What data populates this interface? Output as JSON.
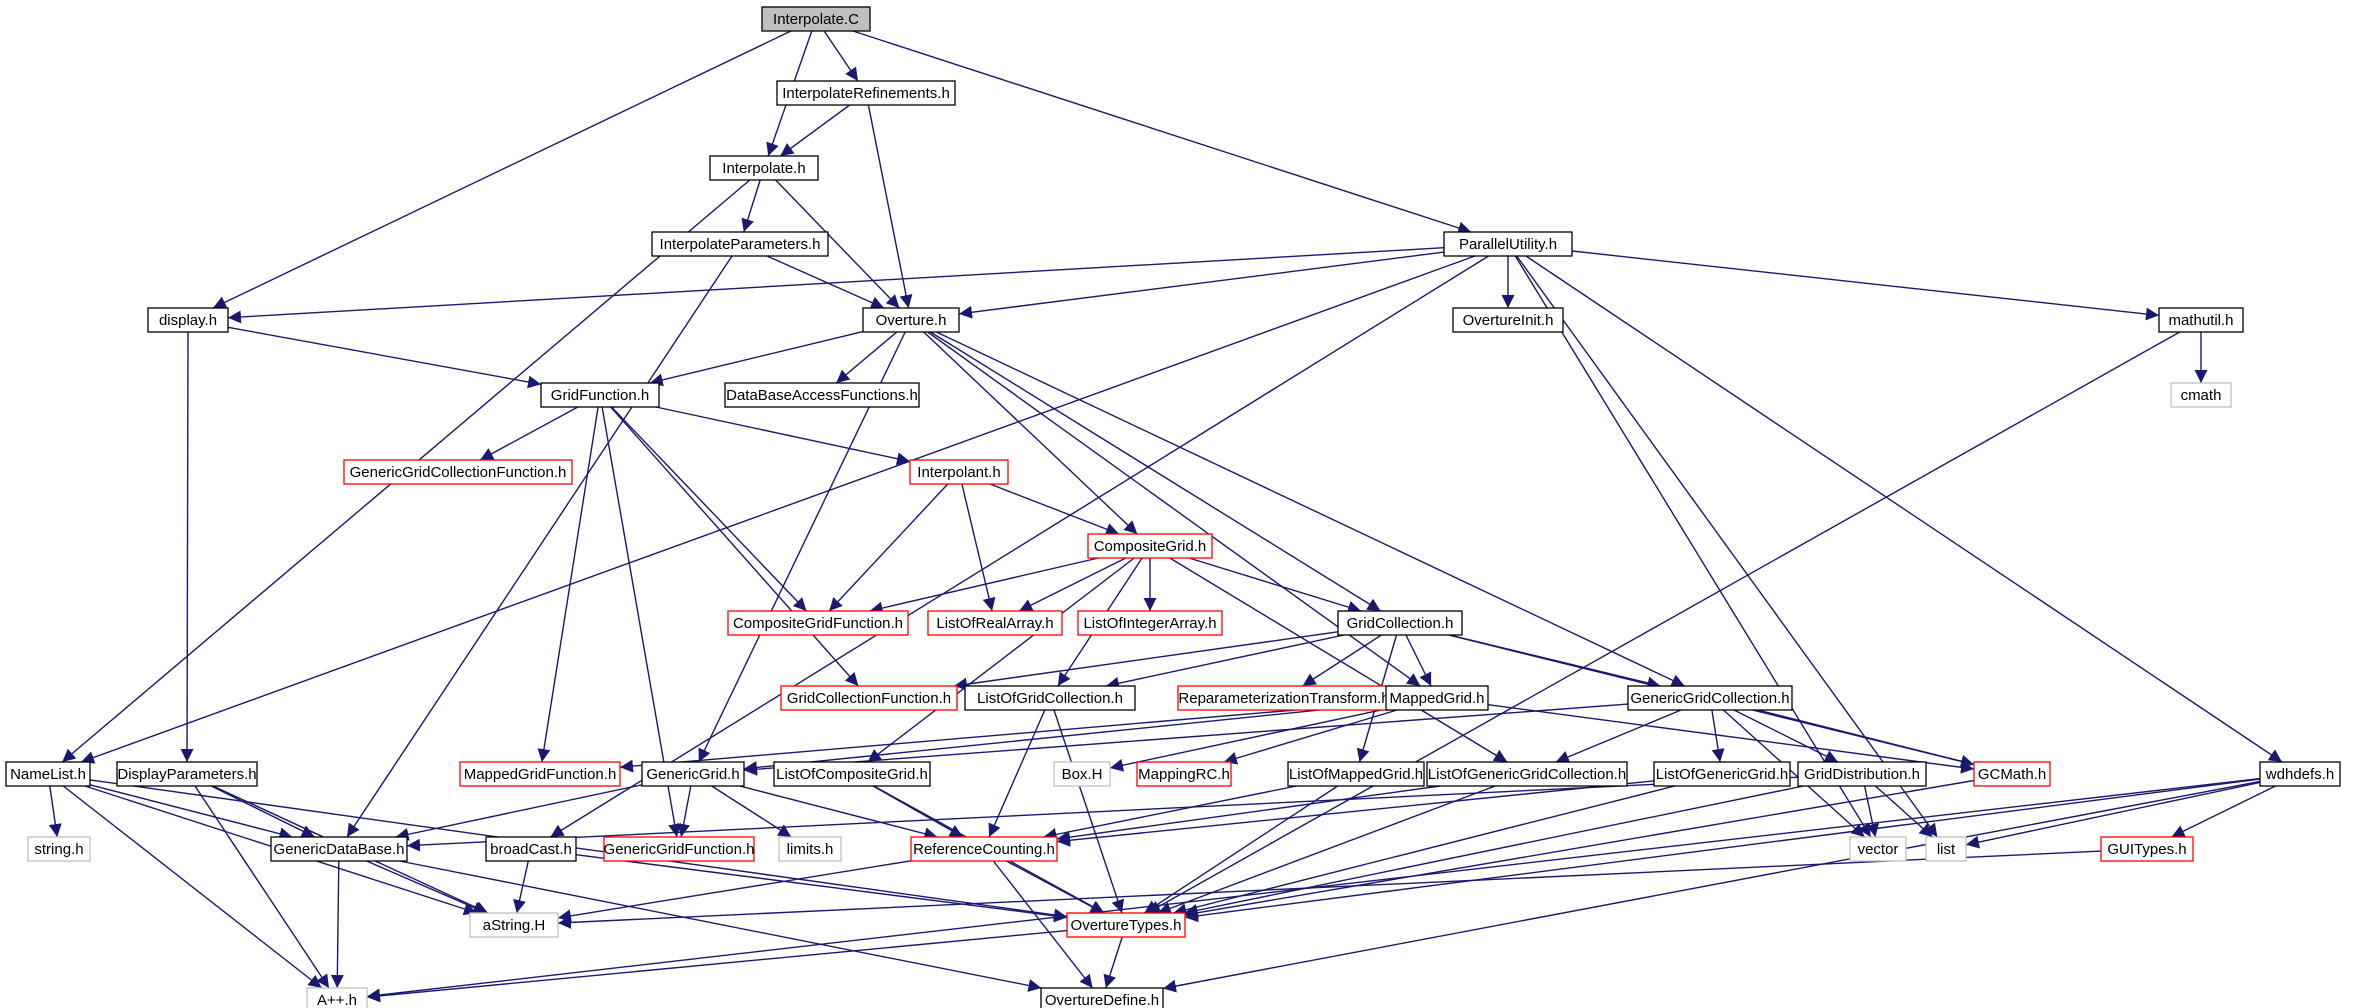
{
  "colors": {
    "edge": "#191970",
    "box_normal": "#000000",
    "box_truncated": "#ff0000",
    "box_external": "#bfbfbf",
    "root_fill": "#bfbfbf"
  },
  "nodes": [
    {
      "id": "interpolate_c",
      "label": "Interpolate.C",
      "style": "root"
    },
    {
      "id": "interpolate_refinements_h",
      "label": "InterpolateRefinements.h",
      "style": "normal"
    },
    {
      "id": "interpolate_h",
      "label": "Interpolate.h",
      "style": "normal"
    },
    {
      "id": "interpolate_parameters_h",
      "label": "InterpolateParameters.h",
      "style": "normal"
    },
    {
      "id": "parallel_utility_h",
      "label": "ParallelUtility.h",
      "style": "normal"
    },
    {
      "id": "display_h",
      "label": "display.h",
      "style": "normal"
    },
    {
      "id": "overture_h",
      "label": "Overture.h",
      "style": "normal"
    },
    {
      "id": "overture_init_h",
      "label": "OvertureInit.h",
      "style": "normal"
    },
    {
      "id": "mathutil_h",
      "label": "mathutil.h",
      "style": "normal"
    },
    {
      "id": "cmath",
      "label": "cmath",
      "style": "external"
    },
    {
      "id": "grid_function_h",
      "label": "GridFunction.h",
      "style": "normal"
    },
    {
      "id": "database_access_functions_h",
      "label": "DataBaseAccessFunctions.h",
      "style": "normal"
    },
    {
      "id": "generic_grid_collection_function_h",
      "label": "GenericGridCollectionFunction.h",
      "style": "truncated"
    },
    {
      "id": "interpolant_h",
      "label": "Interpolant.h",
      "style": "truncated"
    },
    {
      "id": "composite_grid_h",
      "label": "CompositeGrid.h",
      "style": "truncated"
    },
    {
      "id": "composite_grid_function_h",
      "label": "CompositeGridFunction.h",
      "style": "truncated"
    },
    {
      "id": "list_of_real_array_h",
      "label": "ListOfRealArray.h",
      "style": "truncated"
    },
    {
      "id": "list_of_integer_array_h",
      "label": "ListOfIntegerArray.h",
      "style": "truncated"
    },
    {
      "id": "grid_collection_h",
      "label": "GridCollection.h",
      "style": "normal"
    },
    {
      "id": "grid_collection_function_h",
      "label": "GridCollectionFunction.h",
      "style": "truncated"
    },
    {
      "id": "list_of_grid_collection_h",
      "label": "ListOfGridCollection.h",
      "style": "normal"
    },
    {
      "id": "reparameterization_transform_h",
      "label": "ReparameterizationTransform.h",
      "style": "truncated"
    },
    {
      "id": "mapped_grid_h",
      "label": "MappedGrid.h",
      "style": "normal"
    },
    {
      "id": "generic_grid_collection_h",
      "label": "GenericGridCollection.h",
      "style": "normal"
    },
    {
      "id": "namelist_h",
      "label": "NameList.h",
      "style": "normal"
    },
    {
      "id": "display_parameters_h",
      "label": "DisplayParameters.h",
      "style": "normal"
    },
    {
      "id": "mapped_grid_function_h",
      "label": "MappedGridFunction.h",
      "style": "truncated"
    },
    {
      "id": "generic_grid_h",
      "label": "GenericGrid.h",
      "style": "normal"
    },
    {
      "id": "list_of_composite_grid_h",
      "label": "ListOfCompositeGrid.h",
      "style": "normal"
    },
    {
      "id": "box_h",
      "label": "Box.H",
      "style": "external"
    },
    {
      "id": "mapping_rc_h",
      "label": "MappingRC.h",
      "style": "truncated"
    },
    {
      "id": "list_of_mapped_grid_h",
      "label": "ListOfMappedGrid.h",
      "style": "normal"
    },
    {
      "id": "list_of_generic_grid_collection_h",
      "label": "ListOfGenericGridCollection.h",
      "style": "normal"
    },
    {
      "id": "list_of_generic_grid_h",
      "label": "ListOfGenericGrid.h",
      "style": "normal"
    },
    {
      "id": "grid_distribution_h",
      "label": "GridDistribution.h",
      "style": "normal"
    },
    {
      "id": "gc_math_h",
      "label": "GCMath.h",
      "style": "truncated"
    },
    {
      "id": "wdhdefs_h",
      "label": "wdhdefs.h",
      "style": "normal"
    },
    {
      "id": "string_h",
      "label": "string.h",
      "style": "external"
    },
    {
      "id": "generic_database_h",
      "label": "GenericDataBase.h",
      "style": "normal"
    },
    {
      "id": "broadcast_h",
      "label": "broadCast.h",
      "style": "normal"
    },
    {
      "id": "generic_grid_function_h",
      "label": "GenericGridFunction.h",
      "style": "truncated"
    },
    {
      "id": "limits_h",
      "label": "limits.h",
      "style": "external"
    },
    {
      "id": "reference_counting_h",
      "label": "ReferenceCounting.h",
      "style": "truncated"
    },
    {
      "id": "vector",
      "label": "vector",
      "style": "external"
    },
    {
      "id": "list",
      "label": "list",
      "style": "external"
    },
    {
      "id": "gui_types_h",
      "label": "GUITypes.h",
      "style": "truncated"
    },
    {
      "id": "astring_h",
      "label": "aString.H",
      "style": "external"
    },
    {
      "id": "overture_types_h",
      "label": "OvertureTypes.h",
      "style": "truncated"
    },
    {
      "id": "app_h",
      "label": "A++.h",
      "style": "external"
    },
    {
      "id": "overture_define_h",
      "label": "OvertureDefine.h",
      "style": "normal"
    }
  ],
  "edges": [
    [
      "interpolate_c",
      "interpolate_h"
    ],
    [
      "interpolate_c",
      "interpolate_refinements_h"
    ],
    [
      "interpolate_c",
      "display_h"
    ],
    [
      "interpolate_c",
      "parallel_utility_h"
    ],
    [
      "interpolate_refinements_h",
      "interpolate_h"
    ],
    [
      "interpolate_refinements_h",
      "overture_h"
    ],
    [
      "interpolate_h",
      "interpolate_parameters_h"
    ],
    [
      "interpolate_h",
      "overture_h"
    ],
    [
      "interpolate_h",
      "namelist_h"
    ],
    [
      "interpolate_parameters_h",
      "overture_h"
    ],
    [
      "interpolate_parameters_h",
      "generic_database_h"
    ],
    [
      "parallel_utility_h",
      "overture_init_h"
    ],
    [
      "parallel_utility_h",
      "mathutil_h"
    ],
    [
      "parallel_utility_h",
      "display_h"
    ],
    [
      "parallel_utility_h",
      "overture_h"
    ],
    [
      "parallel_utility_h",
      "namelist_h"
    ],
    [
      "parallel_utility_h",
      "broadcast_h"
    ],
    [
      "parallel_utility_h",
      "wdhdefs_h"
    ],
    [
      "parallel_utility_h",
      "vector"
    ],
    [
      "parallel_utility_h",
      "list"
    ],
    [
      "mathutil_h",
      "cmath"
    ],
    [
      "mathutil_h",
      "overture_types_h"
    ],
    [
      "display_h",
      "grid_function_h"
    ],
    [
      "display_h",
      "display_parameters_h"
    ],
    [
      "overture_h",
      "grid_function_h"
    ],
    [
      "overture_h",
      "database_access_functions_h"
    ],
    [
      "overture_h",
      "composite_grid_h"
    ],
    [
      "overture_h",
      "grid_collection_h"
    ],
    [
      "overture_h",
      "mapped_grid_h"
    ],
    [
      "overture_h",
      "generic_grid_collection_h"
    ],
    [
      "overture_h",
      "generic_grid_h"
    ],
    [
      "grid_function_h",
      "generic_grid_collection_function_h"
    ],
    [
      "grid_function_h",
      "interpolant_h"
    ],
    [
      "grid_function_h",
      "composite_grid_function_h"
    ],
    [
      "grid_function_h",
      "grid_collection_function_h"
    ],
    [
      "grid_function_h",
      "mapped_grid_function_h"
    ],
    [
      "grid_function_h",
      "generic_grid_function_h"
    ],
    [
      "interpolant_h",
      "composite_grid_h"
    ],
    [
      "interpolant_h",
      "composite_grid_function_h"
    ],
    [
      "interpolant_h",
      "list_of_real_array_h"
    ],
    [
      "composite_grid_h",
      "composite_grid_function_h"
    ],
    [
      "composite_grid_h",
      "list_of_real_array_h"
    ],
    [
      "composite_grid_h",
      "list_of_integer_array_h"
    ],
    [
      "composite_grid_h",
      "grid_collection_h"
    ],
    [
      "composite_grid_h",
      "list_of_grid_collection_h"
    ],
    [
      "composite_grid_h",
      "list_of_composite_grid_h"
    ],
    [
      "composite_grid_h",
      "list_of_generic_grid_collection_h"
    ],
    [
      "grid_collection_h",
      "grid_collection_function_h"
    ],
    [
      "grid_collection_h",
      "list_of_grid_collection_h"
    ],
    [
      "grid_collection_h",
      "reparameterization_transform_h"
    ],
    [
      "grid_collection_h",
      "mapped_grid_h"
    ],
    [
      "grid_collection_h",
      "generic_grid_collection_h"
    ],
    [
      "grid_collection_h",
      "gc_math_h"
    ],
    [
      "grid_collection_h",
      "list_of_mapped_grid_h"
    ],
    [
      "list_of_grid_collection_h",
      "reference_counting_h"
    ],
    [
      "list_of_grid_collection_h",
      "overture_types_h"
    ],
    [
      "mapped_grid_h",
      "mapped_grid_function_h"
    ],
    [
      "mapped_grid_h",
      "generic_grid_h"
    ],
    [
      "mapped_grid_h",
      "box_h"
    ],
    [
      "mapped_grid_h",
      "mapping_rc_h"
    ],
    [
      "mapped_grid_h",
      "gc_math_h"
    ],
    [
      "generic_grid_collection_h",
      "generic_grid_h"
    ],
    [
      "generic_grid_collection_h",
      "list_of_generic_grid_collection_h"
    ],
    [
      "generic_grid_collection_h",
      "list_of_generic_grid_h"
    ],
    [
      "generic_grid_collection_h",
      "grid_distribution_h"
    ],
    [
      "generic_grid_collection_h",
      "gc_math_h"
    ],
    [
      "generic_grid_collection_h",
      "vector"
    ],
    [
      "namelist_h",
      "string_h"
    ],
    [
      "namelist_h",
      "generic_database_h"
    ],
    [
      "namelist_h",
      "astring_h"
    ],
    [
      "namelist_h",
      "app_h"
    ],
    [
      "namelist_h",
      "overture_types_h"
    ],
    [
      "display_parameters_h",
      "generic_database_h"
    ],
    [
      "display_parameters_h",
      "astring_h"
    ],
    [
      "display_parameters_h",
      "app_h"
    ],
    [
      "generic_grid_h",
      "generic_database_h"
    ],
    [
      "generic_grid_h",
      "generic_grid_function_h"
    ],
    [
      "generic_grid_h",
      "limits_h"
    ],
    [
      "generic_grid_h",
      "reference_counting_h"
    ],
    [
      "list_of_composite_grid_h",
      "reference_counting_h"
    ],
    [
      "list_of_composite_grid_h",
      "overture_types_h"
    ],
    [
      "list_of_mapped_grid_h",
      "reference_counting_h"
    ],
    [
      "list_of_mapped_grid_h",
      "overture_types_h"
    ],
    [
      "list_of_generic_grid_collection_h",
      "reference_counting_h"
    ],
    [
      "list_of_generic_grid_collection_h",
      "overture_types_h"
    ],
    [
      "list_of_generic_grid_h",
      "reference_counting_h"
    ],
    [
      "list_of_generic_grid_h",
      "overture_types_h"
    ],
    [
      "grid_distribution_h",
      "vector"
    ],
    [
      "grid_distribution_h",
      "list"
    ],
    [
      "grid_distribution_h",
      "generic_database_h"
    ],
    [
      "grid_distribution_h",
      "overture_types_h"
    ],
    [
      "gc_math_h",
      "overture_types_h"
    ],
    [
      "wdhdefs_h",
      "gui_types_h"
    ],
    [
      "wdhdefs_h",
      "list"
    ],
    [
      "wdhdefs_h",
      "overture_types_h"
    ],
    [
      "wdhdefs_h",
      "overture_define_h"
    ],
    [
      "wdhdefs_h",
      "app_h"
    ],
    [
      "generic_database_h",
      "astring_h"
    ],
    [
      "generic_database_h",
      "app_h"
    ],
    [
      "generic_database_h",
      "overture_define_h"
    ],
    [
      "broadcast_h",
      "astring_h"
    ],
    [
      "broadcast_h",
      "overture_types_h"
    ],
    [
      "reference_counting_h",
      "astring_h"
    ],
    [
      "reference_counting_h",
      "overture_types_h"
    ],
    [
      "reference_counting_h",
      "overture_define_h"
    ],
    [
      "gui_types_h",
      "astring_h"
    ],
    [
      "overture_types_h",
      "app_h"
    ],
    [
      "overture_types_h",
      "overture_define_h"
    ]
  ]
}
